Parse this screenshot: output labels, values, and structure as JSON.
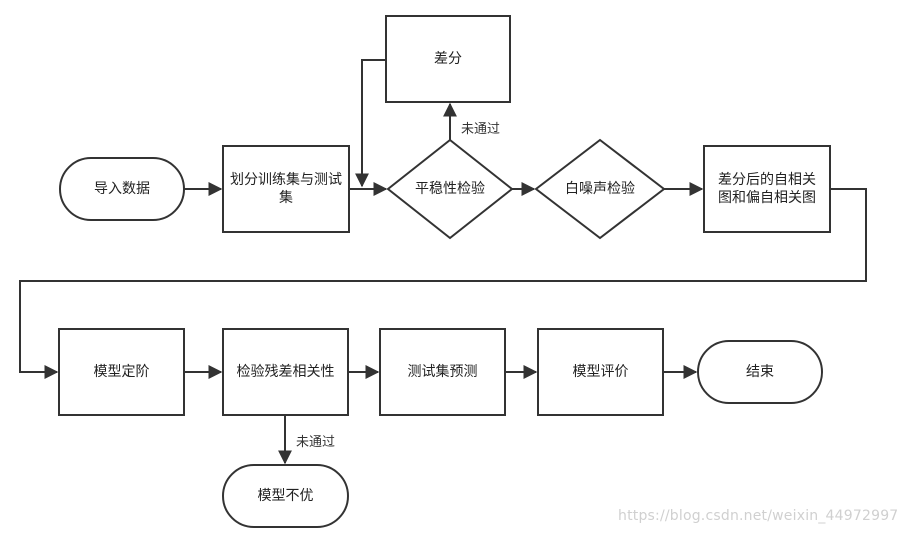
{
  "nodes": {
    "import": "导入数据",
    "split": "划分训练集与测试集",
    "stationarity": "平稳性检验",
    "diff": "差分",
    "whitenoise": "白噪声检验",
    "acf": "差分后的自相关图和偏自相关图",
    "order": "模型定阶",
    "residual": "检验残差相关性",
    "predict": "测试集预测",
    "evaluate": "模型评价",
    "end": "结束",
    "bad": "模型不优"
  },
  "labels": {
    "fail_top": "未通过",
    "fail_bottom": "未通过"
  },
  "watermark": "https://blog.csdn.net/weixin_44972997"
}
